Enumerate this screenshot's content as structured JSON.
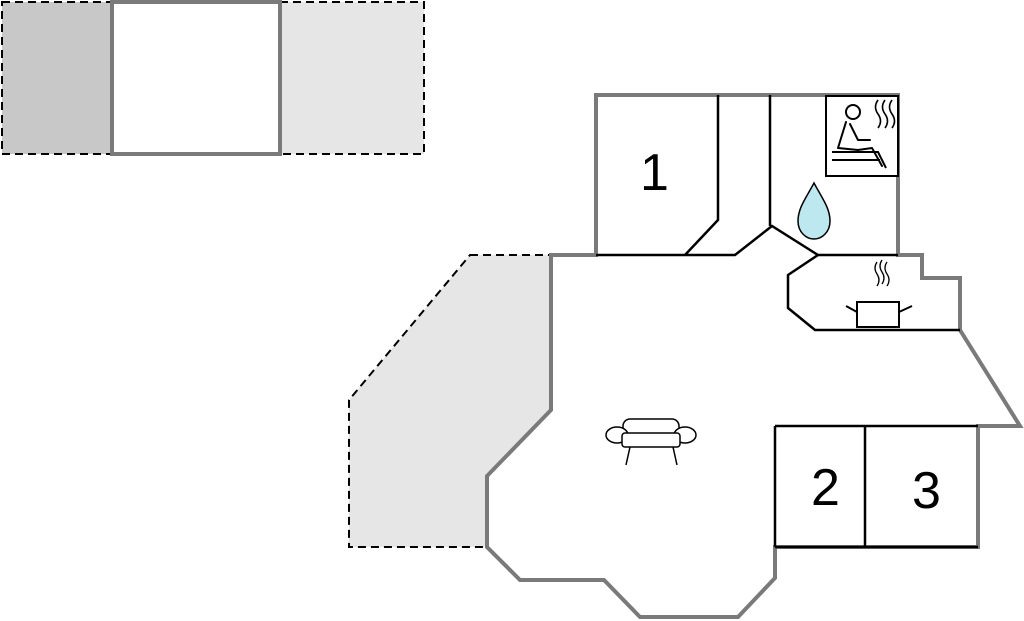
{
  "floorplan": {
    "rooms": [
      {
        "id": "bedroom-1",
        "label": "1"
      },
      {
        "id": "bedroom-2",
        "label": "2"
      },
      {
        "id": "bedroom-3",
        "label": "3"
      }
    ],
    "icons": [
      "sauna-icon",
      "water-drop-icon",
      "kitchen-pot-icon",
      "sofa-icon"
    ],
    "colors": {
      "wall": "#7a7a7a",
      "interior_wall": "#000000",
      "terrace_dark": "#c8c8c8",
      "terrace_light": "#e6e6e6",
      "water": "#bde8f0",
      "background": "#ffffff"
    }
  }
}
